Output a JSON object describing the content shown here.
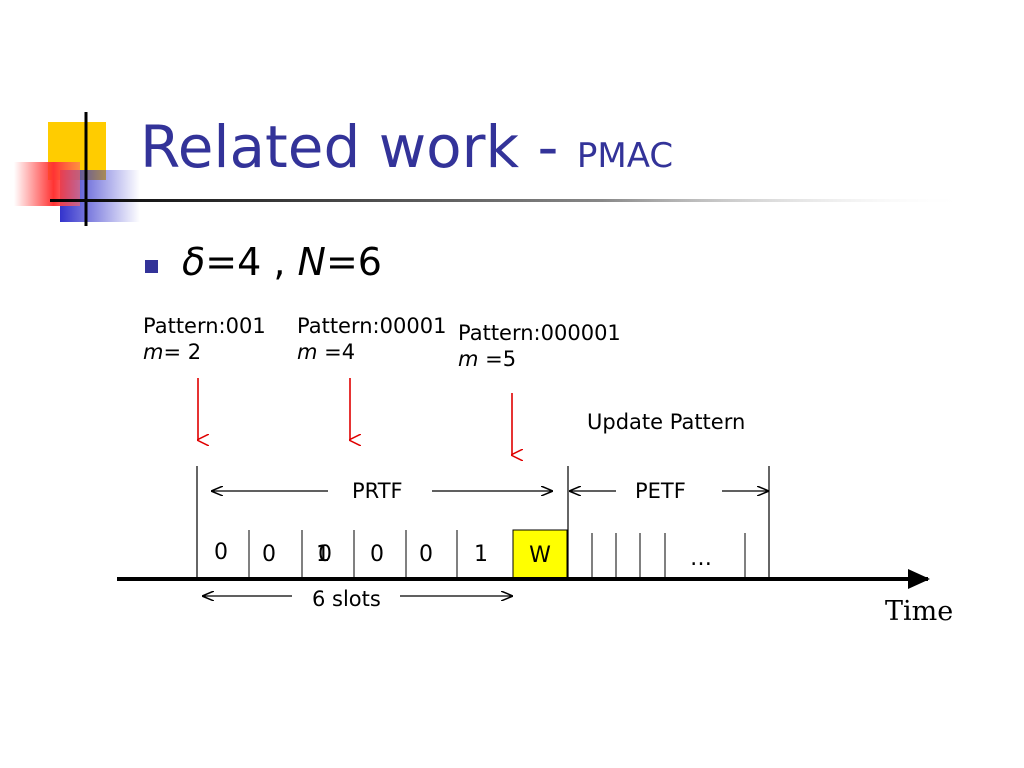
{
  "slide": {
    "title_main": "Related work - ",
    "title_sub": "PMAC",
    "bullet": {
      "delta_symbol": "δ",
      "delta_value": "=4 , ",
      "n_symbol": "N",
      "n_value": "=6"
    }
  },
  "diagram": {
    "patterns": [
      {
        "pattern": "Pattern:001",
        "m_label": "m",
        "m_value": "= 2"
      },
      {
        "pattern": "Pattern:00001",
        "m_label": "m",
        "m_value": " =4"
      },
      {
        "pattern": "Pattern:000001",
        "m_label": "m",
        "m_value": " =5"
      }
    ],
    "update_pattern": "Update Pattern",
    "prtf": "PRTF",
    "petf": "PETF",
    "slots": [
      "0",
      "0",
      "0",
      "1",
      "0",
      "0",
      "1"
    ],
    "w_label": "W",
    "ellipsis": "…",
    "slots_span": "6 slots",
    "time_label": "Time",
    "colors": {
      "title": "#333399",
      "arrow_red": "#e00000",
      "w_box": "#ffff00",
      "bullet": "#333399"
    }
  }
}
